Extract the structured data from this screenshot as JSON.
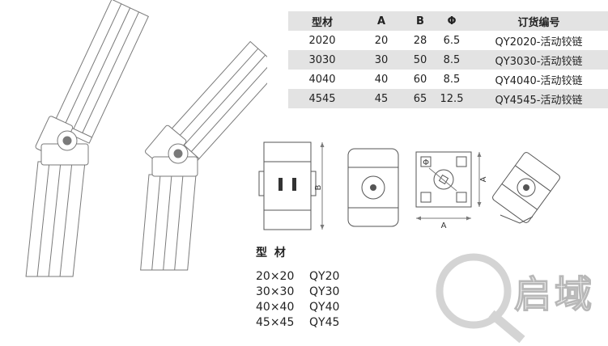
{
  "table": {
    "headers": [
      "型材",
      "A",
      "B",
      "Φ",
      "订货编号"
    ],
    "rows": [
      [
        "2020",
        "20",
        "28",
        "6.5",
        "QY2020-活动铰链"
      ],
      [
        "3030",
        "30",
        "50",
        "8.5",
        "QY3030-活动铰链"
      ],
      [
        "4040",
        "40",
        "60",
        "8.5",
        "QY4040-活动铰链"
      ],
      [
        "4545",
        "45",
        "65",
        "12.5",
        "QY4545-活动铰链"
      ]
    ]
  },
  "dims": {
    "a": "A",
    "b": "B",
    "phi": "Φ"
  },
  "model_list": {
    "title": "型  材",
    "items": [
      {
        "size": "20×20",
        "code": "QY20"
      },
      {
        "size": "30×30",
        "code": "QY30"
      },
      {
        "size": "40×40",
        "code": "QY40"
      },
      {
        "size": "45×45",
        "code": "QY45"
      }
    ]
  },
  "watermark": {
    "brand": "启域"
  },
  "colors": {
    "stripe": "#e3e3e3",
    "drawing_line": "#7a7a7a",
    "detail_line": "#555555",
    "watermark": "#d4d4d4",
    "text": "#222222"
  }
}
